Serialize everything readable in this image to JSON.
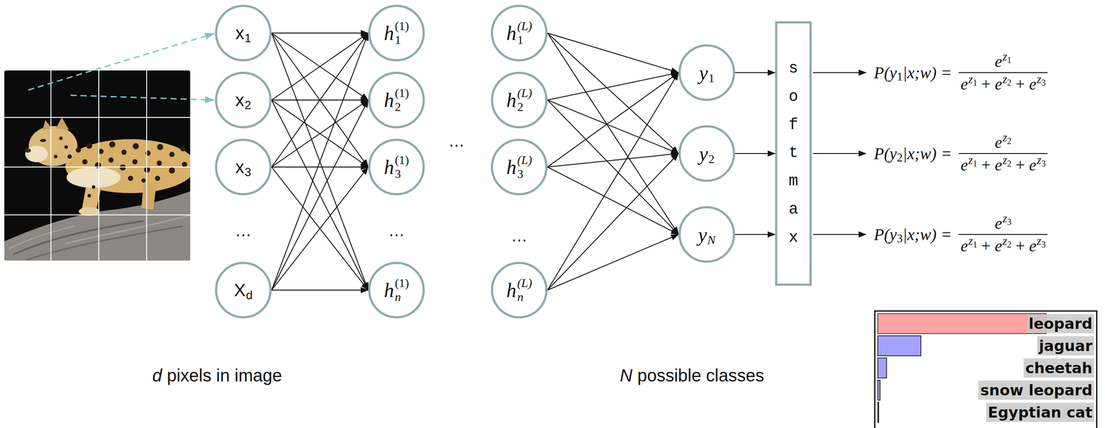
{
  "diagram": {
    "nodes": [
      {
        "text": [
          "x",
          "1"
        ]
      },
      {
        "text": [
          "x",
          "2"
        ]
      },
      {
        "text": [
          "x",
          "3"
        ]
      },
      {
        "text": [
          "X",
          "d"
        ]
      },
      {
        "text": [
          "h",
          "1",
          "(1)"
        ]
      },
      {
        "text": [
          "h",
          "2",
          "(1)"
        ]
      },
      {
        "text": [
          "h",
          "3",
          "(1)"
        ]
      },
      {
        "text": [
          "h",
          "n",
          "(1)"
        ]
      },
      {
        "text": [
          "h",
          "1",
          "(L)"
        ]
      },
      {
        "text": [
          "h",
          "2",
          "(L)"
        ]
      },
      {
        "text": [
          "h",
          "3",
          "(L)"
        ]
      },
      {
        "text": [
          "h",
          "n",
          "(L)"
        ]
      },
      {
        "text": [
          "y",
          "1"
        ]
      },
      {
        "text": [
          "y",
          "2"
        ]
      },
      {
        "text": [
          "y",
          "N"
        ]
      },
      {
        "text": [
          "softmax"
        ]
      }
    ],
    "edges": [
      {
        "from": 0,
        "to": 4,
        "arrow": "to"
      },
      {
        "from": 0,
        "to": 5,
        "arrow": "to"
      },
      {
        "from": 0,
        "to": 6,
        "arrow": "to"
      },
      {
        "from": 0,
        "to": 7,
        "arrow": "to"
      },
      {
        "from": 1,
        "to": 4,
        "arrow": "to"
      },
      {
        "from": 1,
        "to": 5,
        "arrow": "to"
      },
      {
        "from": 1,
        "to": 6,
        "arrow": "to"
      },
      {
        "from": 1,
        "to": 7,
        "arrow": "to"
      },
      {
        "from": 2,
        "to": 4,
        "arrow": "to"
      },
      {
        "from": 2,
        "to": 5,
        "arrow": "to"
      },
      {
        "from": 2,
        "to": 6,
        "arrow": "to"
      },
      {
        "from": 2,
        "to": 7,
        "arrow": "to"
      },
      {
        "from": 3,
        "to": 4,
        "arrow": "to"
      },
      {
        "from": 3,
        "to": 5,
        "arrow": "to"
      },
      {
        "from": 3,
        "to": 6,
        "arrow": "to"
      },
      {
        "from": 3,
        "to": 7,
        "arrow": "to"
      },
      {
        "from": 8,
        "to": 12,
        "arrow": "to"
      },
      {
        "from": 8,
        "to": 13,
        "arrow": "to"
      },
      {
        "from": 8,
        "to": 14,
        "arrow": "to"
      },
      {
        "from": 9,
        "to": 12,
        "arrow": "to"
      },
      {
        "from": 9,
        "to": 13,
        "arrow": "to"
      },
      {
        "from": 9,
        "to": 14,
        "arrow": "to"
      },
      {
        "from": 10,
        "to": 12,
        "arrow": "to"
      },
      {
        "from": 10,
        "to": 13,
        "arrow": "to"
      },
      {
        "from": 10,
        "to": 14,
        "arrow": "to"
      },
      {
        "from": 11,
        "to": 12,
        "arrow": "to"
      },
      {
        "from": 11,
        "to": 13,
        "arrow": "to"
      },
      {
        "from": 11,
        "to": 14,
        "arrow": "to"
      },
      {
        "from": 12,
        "to": 15,
        "arrow": "to"
      },
      {
        "from": 13,
        "to": 15,
        "arrow": "to"
      },
      {
        "from": 14,
        "to": 15,
        "arrow": "to"
      }
    ],
    "labels": [
      "…",
      "…",
      "…",
      "…",
      "d",
      "pixels in image",
      "N",
      "possible classes",
      "P(y",
      "1",
      "|x;w) =",
      "e",
      "z",
      "1",
      "e",
      "z",
      "1",
      "+",
      "e",
      "z",
      "2",
      "+",
      "e",
      "z",
      "3",
      "P(y",
      "2",
      "|x;w) =",
      "e",
      "z",
      "2",
      "e",
      "z",
      "1",
      "+",
      "e",
      "z",
      "2",
      "+",
      "e",
      "z",
      "3",
      "P(y",
      "3",
      "|x;w) =",
      "e",
      "z",
      "3",
      "e",
      "z",
      "1",
      "+",
      "e",
      "z",
      "2",
      "+",
      "e",
      "z",
      "3",
      "leopard",
      "jaguar",
      "cheetah",
      "snow leopard",
      "Egyptian cat"
    ]
  }
}
